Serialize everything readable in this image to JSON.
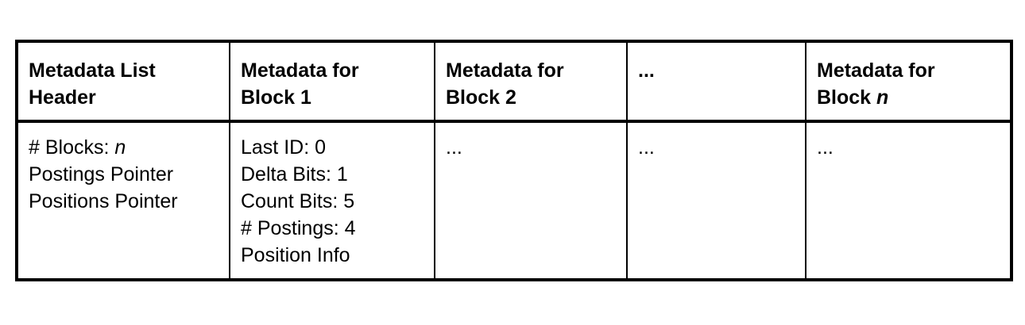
{
  "figure": {
    "type": "table-diagram",
    "background_color": "#ffffff",
    "border_color": "#000000",
    "columns": [
      {
        "header_lines": [
          "Metadata List",
          "Header"
        ],
        "header_italic_tail": "",
        "body_lines": [
          "# Blocks: ",
          "Postings Pointer",
          "Positions Pointer"
        ],
        "body_first_line_italic_tail": "n"
      },
      {
        "header_lines": [
          "Metadata for",
          "Block 1"
        ],
        "header_italic_tail": "",
        "body_lines": [
          "Last ID: 0",
          "Delta Bits: 1",
          "Count Bits: 5",
          "# Postings: 4",
          "Position Info"
        ],
        "body_first_line_italic_tail": ""
      },
      {
        "header_lines": [
          "Metadata for",
          "Block 2"
        ],
        "header_italic_tail": "",
        "body_lines": [
          "..."
        ],
        "body_first_line_italic_tail": ""
      },
      {
        "header_lines": [
          "..."
        ],
        "header_italic_tail": "",
        "body_lines": [
          "..."
        ],
        "body_first_line_italic_tail": ""
      },
      {
        "header_lines": [
          "Metadata for",
          "Block "
        ],
        "header_italic_tail": "n",
        "body_lines": [
          "..."
        ],
        "body_first_line_italic_tail": ""
      }
    ]
  },
  "col1": {
    "h1": "Metadata List",
    "h2": "Header",
    "b1": "# Blocks: ",
    "b1_italic": "n",
    "b2": "Postings Pointer",
    "b3": "Positions Pointer"
  },
  "col2": {
    "h1": "Metadata for",
    "h2": "Block 1",
    "b1": "Last ID: 0",
    "b2": "Delta Bits: 1",
    "b3": "Count Bits: 5",
    "b4": "# Postings: 4",
    "b5": "Position Info"
  },
  "col3": {
    "h1": "Metadata for",
    "h2": "Block 2",
    "b1": "..."
  },
  "col4": {
    "h1": "...",
    "b1": "..."
  },
  "col5": {
    "h1": "Metadata for",
    "h2": "Block ",
    "h2_italic": "n",
    "b1": "..."
  }
}
